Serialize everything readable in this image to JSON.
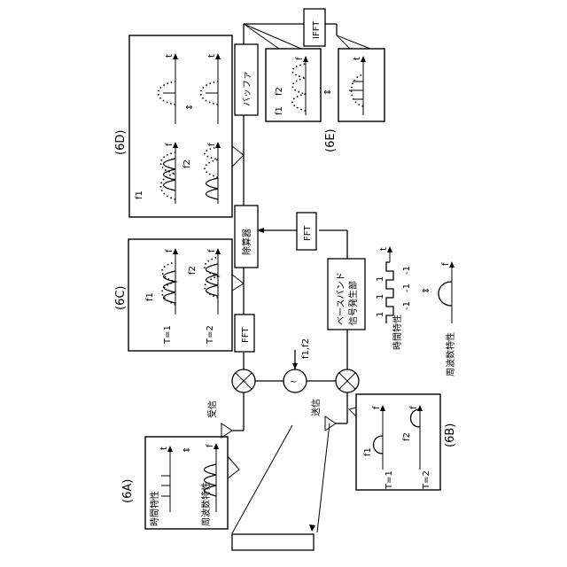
{
  "labels": {
    "fig_6a": "(6A)",
    "fig_6b": "(6B)",
    "fig_6c": "(6C)",
    "fig_6d": "(6D)",
    "fig_6e": "(6E)",
    "fft_rx": "FFT",
    "fft_tx": "FFT",
    "ifft": "IFFT",
    "divider": "除算器",
    "buffer": "バッファ",
    "baseband_gen_line1": "ベースバンド",
    "baseband_gen_line2": "信号発生部",
    "receive": "受信",
    "transmit": "送信",
    "osc_freq": "f1,f2",
    "time_char": "時間特性",
    "freq_char": "周波数特性",
    "time_char_b": "時間特性",
    "freq_char_b": "周波数特性",
    "t1": "T=1",
    "t2": "T=2",
    "t1_b": "T=1",
    "t2_b": "T=2",
    "f1": "f1",
    "f2": "f2",
    "t_axis": "t",
    "f_axis": "f",
    "one": "1",
    "minus_one": "-1",
    "tilde": "~",
    "equiv": "⇕"
  }
}
